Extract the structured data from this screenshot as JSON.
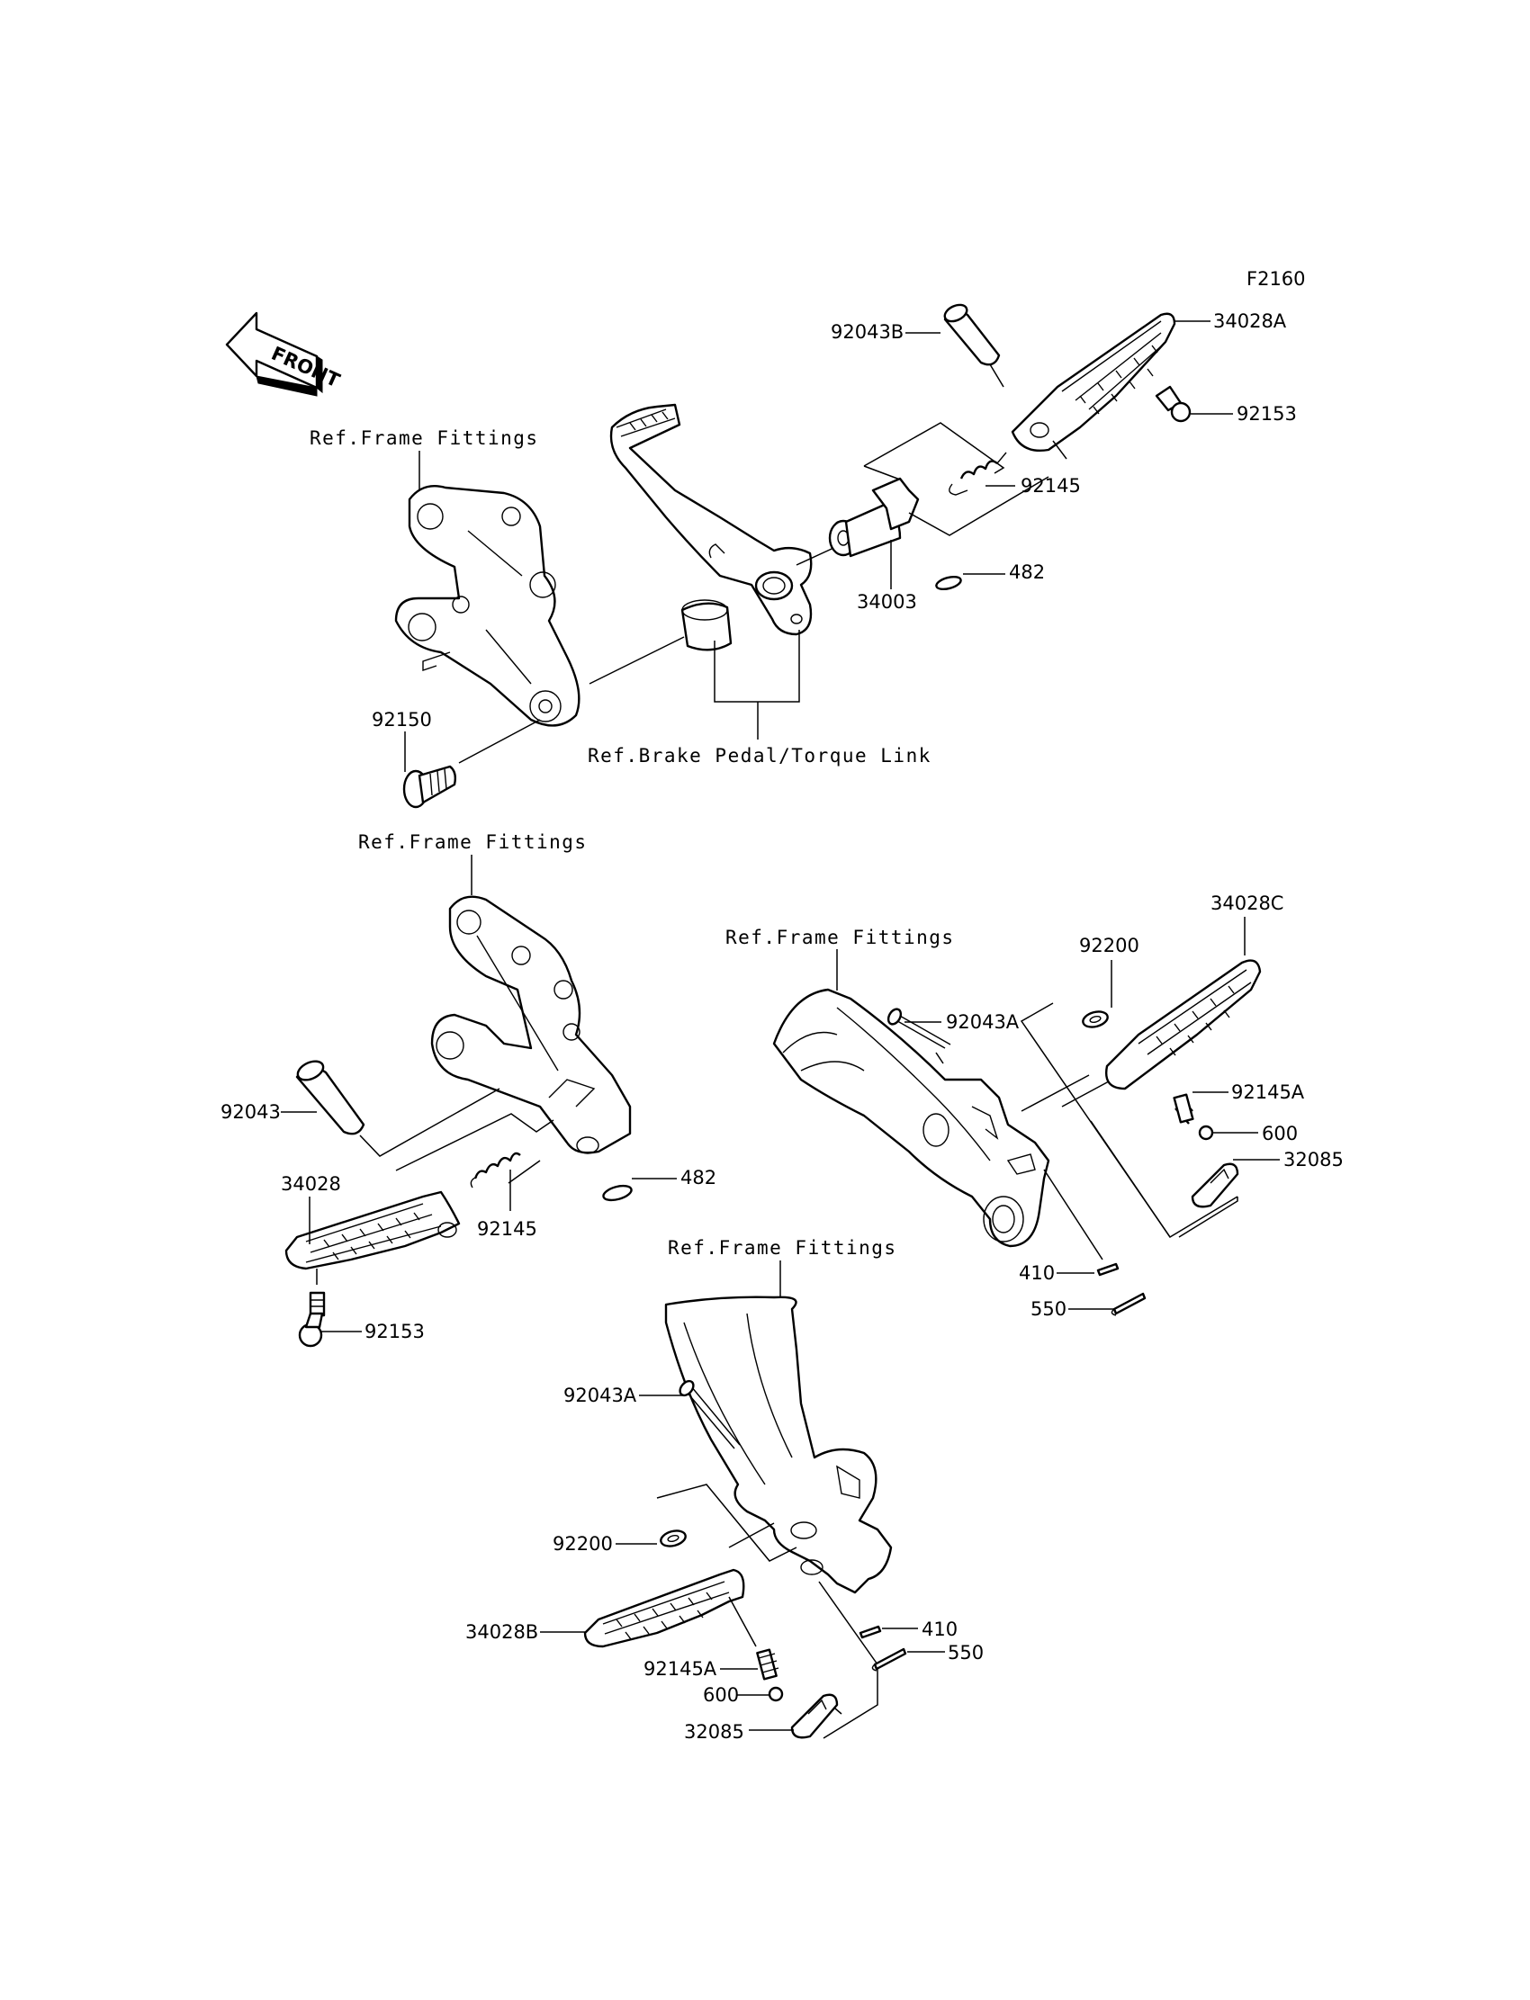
{
  "diagram_code": "F2160",
  "front_arrow": "FRONT",
  "references": {
    "frame_fittings": "Ref.Frame Fittings",
    "brake_pedal": "Ref.Brake Pedal/Torque Link"
  },
  "parts": {
    "p92043B": "92043B",
    "p34028A": "34028A",
    "p92153": "92153",
    "p92145": "92145",
    "p482": "482",
    "p34003": "34003",
    "p92150": "92150",
    "p92043": "92043",
    "p34028": "34028",
    "p92200": "92200",
    "p34028C": "34028C",
    "p92043A": "92043A",
    "p92145A": "92145A",
    "p600": "600",
    "p32085": "32085",
    "p410": "410",
    "p550": "550",
    "p34028B": "34028B"
  }
}
